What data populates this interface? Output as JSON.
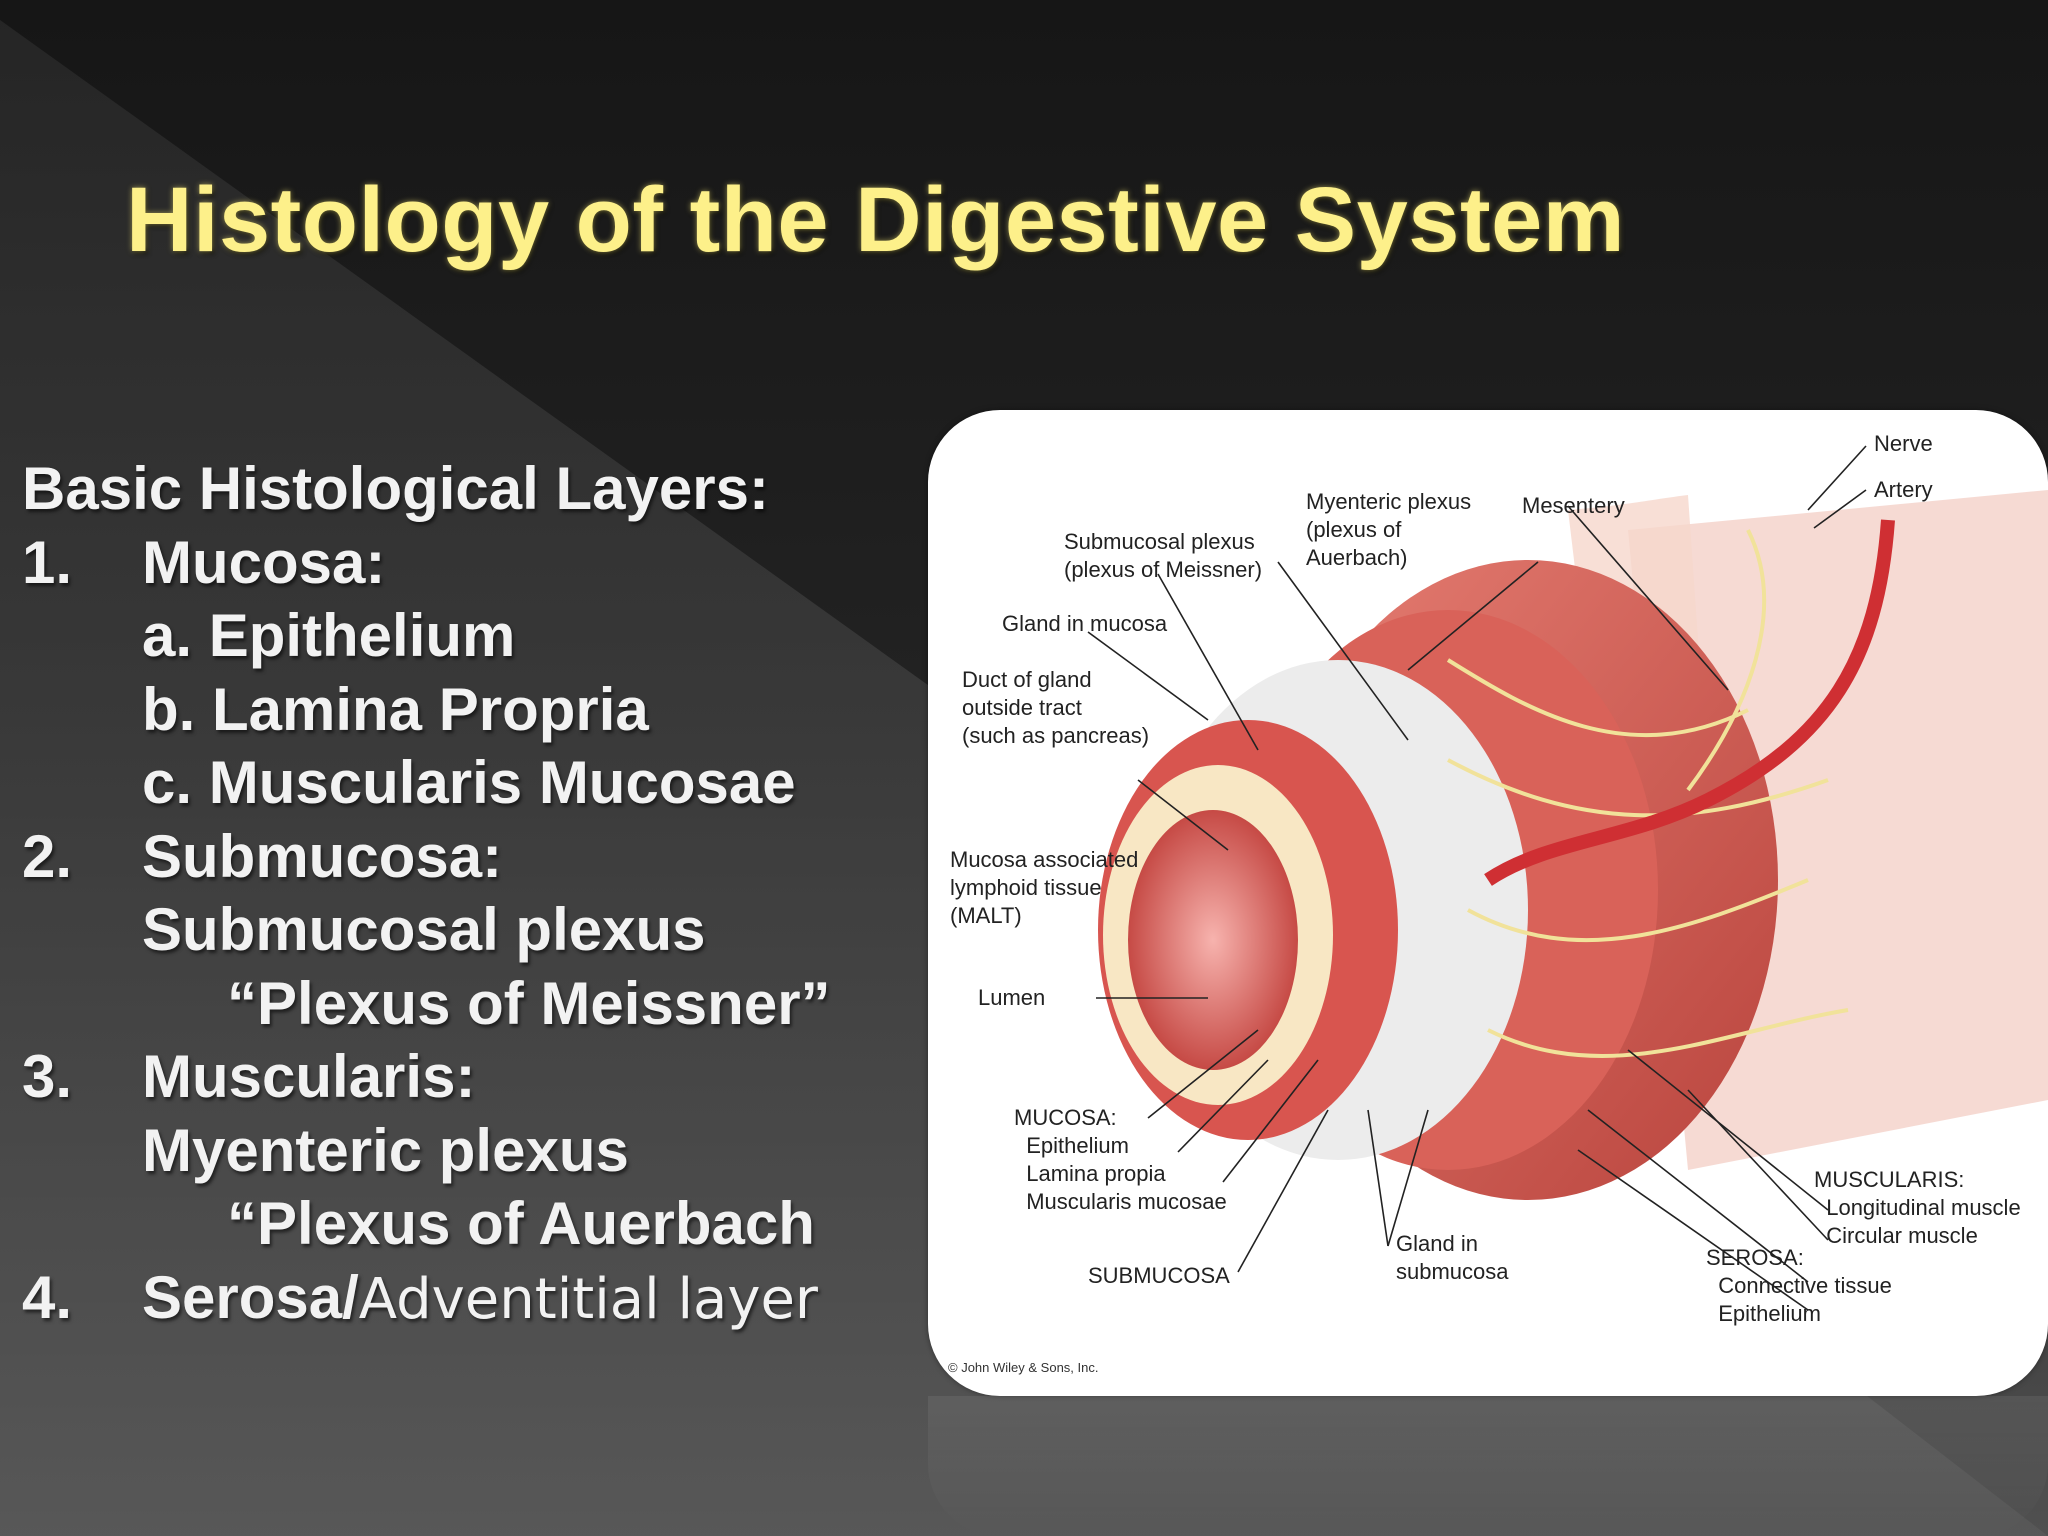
{
  "slide": {
    "title": "Histology of the Digestive System"
  },
  "outline": {
    "heading": "Basic Histological Layers:",
    "items": [
      {
        "num": "1.",
        "label": "Mucosa:"
      },
      {
        "sub": "a.  Epithelium"
      },
      {
        "sub": "b.  Lamina Propria"
      },
      {
        "sub": "c.  Muscularis Mucosae"
      },
      {
        "num": "2.",
        "label": "Submucosa:"
      },
      {
        "detail": "Submucosal plexus"
      },
      {
        "quote": "“Plexus of Meissner”"
      },
      {
        "num": "3.",
        "label": "Muscularis:"
      },
      {
        "detail": "Myenteric plexus"
      },
      {
        "quote": "“Plexus of Auerbach"
      },
      {
        "num": "4.",
        "label_bold": "Serosa/",
        "label_normal": "Adventitial layer"
      }
    ]
  },
  "figure": {
    "labels": {
      "nerve": "Nerve",
      "artery": "Artery",
      "myenteric": "Myenteric plexus\n(plexus of\nAuerbach)",
      "mesentery": "Mesentery",
      "submucosal_plexus": "Submucosal plexus\n(plexus of Meissner)",
      "gland_mucosa": "Gland in mucosa",
      "duct": "Duct of gland\noutside tract\n(such as pancreas)",
      "malt": "Mucosa associated\nlymphoid tissue\n(MALT)",
      "lumen": "Lumen",
      "mucosa_group": "MUCOSA:\n  Epithelium\n  Lamina propia\n  Muscularis mucosae",
      "submucosa": "SUBMUCOSA",
      "gland_submucosa": "Gland in\nsubmucosa",
      "muscularis_group": "MUSCULARIS:\n  Longitudinal muscle\n  Circular muscle",
      "serosa_group": "SEROSA:\n  Connective tissue\n  Epithelium",
      "credit": "© John Wiley & Sons, Inc."
    }
  },
  "colors": {
    "title": "#fdf08a",
    "text": "#f2f2f2",
    "muscle": "#d9625a",
    "muscle_dark": "#b6433d",
    "nerve": "#f1e29a",
    "artery": "#cf2f33"
  }
}
